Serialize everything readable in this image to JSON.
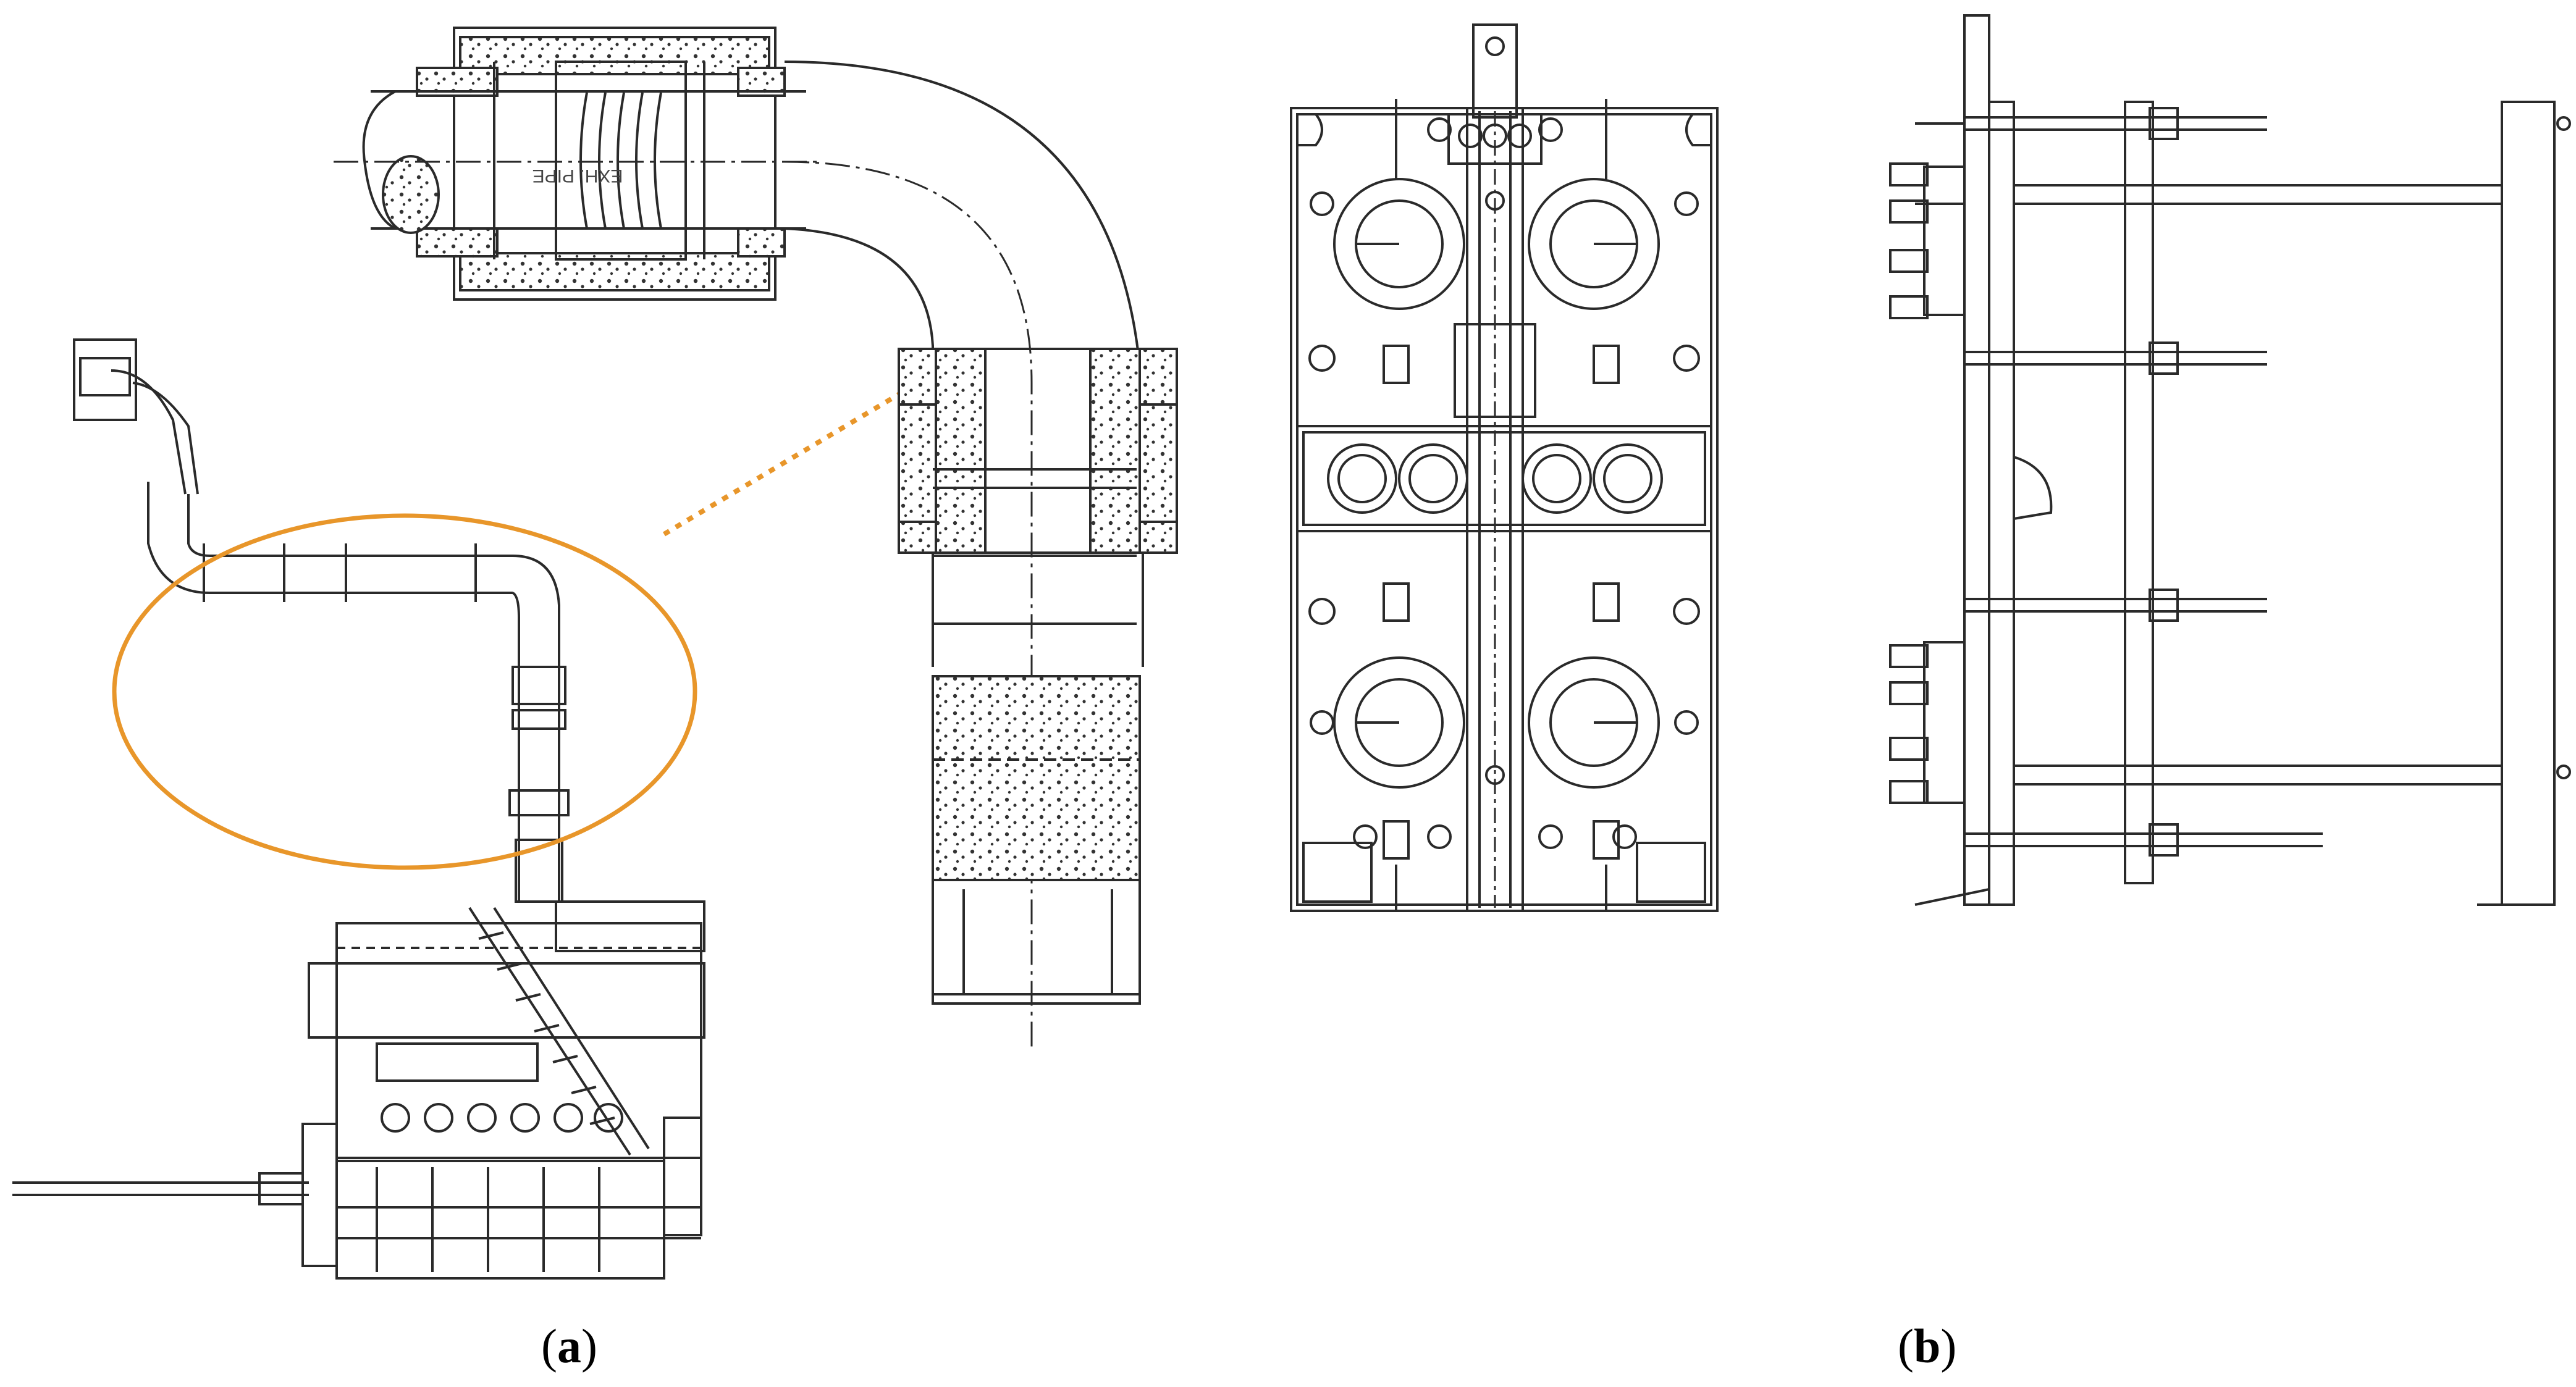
{
  "figure": {
    "panels": [
      {
        "id": "a",
        "caption_open": "(",
        "caption_letter": "a",
        "caption_close": ")"
      },
      {
        "id": "b",
        "caption_open": "(",
        "caption_letter": "b",
        "caption_close": ")"
      }
    ],
    "pipe_label": "EXH. PIPE",
    "colors": {
      "line": "#2a2a2a",
      "highlight": "#e8962a",
      "background": "#ffffff"
    }
  }
}
